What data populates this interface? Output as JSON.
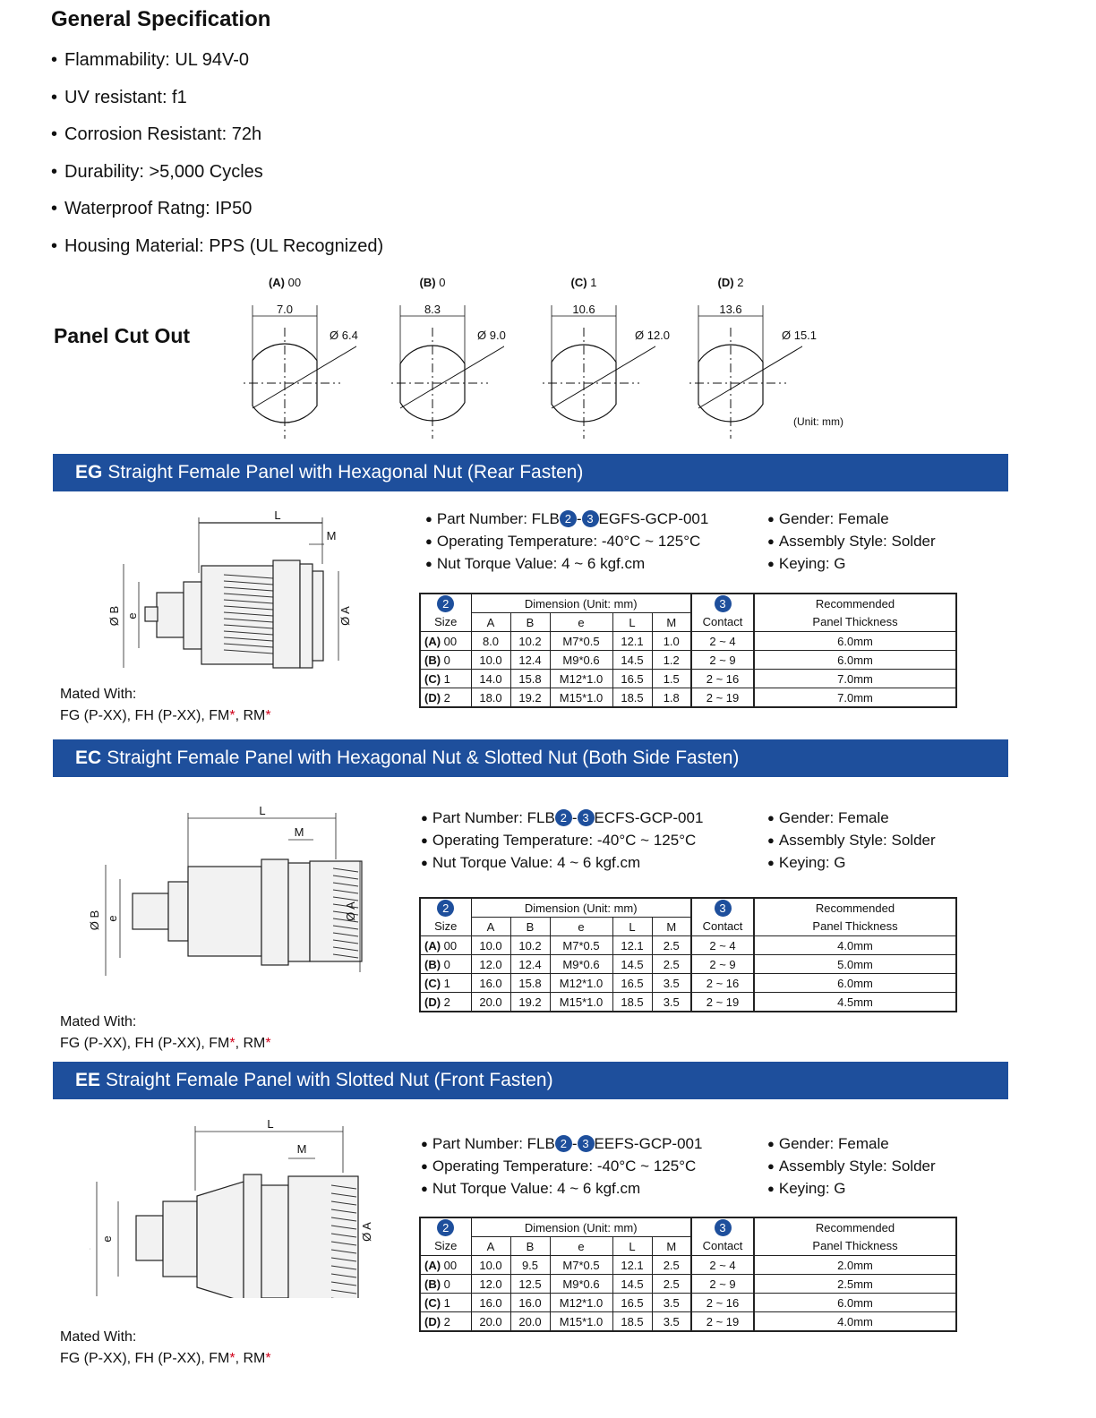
{
  "general": {
    "title": "General Specification",
    "items": [
      "Flammability: UL 94V-0",
      "UV resistant: f1",
      "Corrosion Resistant: 72h",
      "Durability: >5,000 Cycles",
      "Waterproof Ratng: IP50",
      "Housing Material: PPS (UL Recognized)"
    ]
  },
  "panel_cutout": {
    "title": "Panel Cut Out",
    "unit": "(Unit: mm)",
    "items": [
      {
        "code": "(A)",
        "size": "00",
        "width": "7.0",
        "dia": "Ø 6.4"
      },
      {
        "code": "(B)",
        "size": "0",
        "width": "8.3",
        "dia": "Ø 9.0"
      },
      {
        "code": "(C)",
        "size": "1",
        "width": "10.6",
        "dia": "Ø 12.0"
      },
      {
        "code": "(D)",
        "size": "2",
        "width": "13.6",
        "dia": "Ø 15.1"
      }
    ]
  },
  "table_headers": {
    "badge2": "2",
    "badge3": "3",
    "size": "Size",
    "dimension": "Dimension (Unit: mm)",
    "cols": [
      "A",
      "B",
      "e",
      "L",
      "M"
    ],
    "contact": "Contact",
    "recommended": "Recommended",
    "thickness": "Panel Thickness"
  },
  "drawing_labels": {
    "L": "L",
    "M": "M",
    "phiB": "Ø B",
    "e": "e",
    "phiA": "Ø A"
  },
  "sections": [
    {
      "code": "EG",
      "title": "Straight Female Panel with Hexagonal Nut (Rear Fasten)",
      "pn_prefix": "Part Number: FLB",
      "pn_suffix": "EGFS-GCP-001",
      "temp": "Operating Temperature: -40°C ~ 125°C",
      "torque": "Nut Torque Value: 4 ~ 6 kgf.cm",
      "gender": "Gender: Female",
      "assembly": "Assembly Style: Solder",
      "keying": "Keying: G",
      "mated_label": "Mated With:",
      "mated_a": "FG (P-XX), FH (P-XX), FM",
      "mated_b": ", RM",
      "star": "*",
      "rows": [
        {
          "code": "(A)",
          "size": "00",
          "A": "8.0",
          "B": "10.2",
          "e": "M7*0.5",
          "L": "12.1",
          "M": "1.0",
          "contact": "2 ~ 4",
          "thick": "6.0mm"
        },
        {
          "code": "(B)",
          "size": "0",
          "A": "10.0",
          "B": "12.4",
          "e": "M9*0.6",
          "L": "14.5",
          "M": "1.2",
          "contact": "2 ~ 9",
          "thick": "6.0mm"
        },
        {
          "code": "(C)",
          "size": "1",
          "A": "14.0",
          "B": "15.8",
          "e": "M12*1.0",
          "L": "16.5",
          "M": "1.5",
          "contact": "2 ~ 16",
          "thick": "7.0mm"
        },
        {
          "code": "(D)",
          "size": "2",
          "A": "18.0",
          "B": "19.2",
          "e": "M15*1.0",
          "L": "18.5",
          "M": "1.8",
          "contact": "2 ~ 19",
          "thick": "7.0mm"
        }
      ]
    },
    {
      "code": "EC",
      "title": "Straight Female Panel with Hexagonal Nut & Slotted Nut (Both Side Fasten)",
      "pn_prefix": "Part Number: FLB",
      "pn_suffix": "ECFS-GCP-001",
      "temp": "Operating Temperature: -40°C ~ 125°C",
      "torque": "Nut Torque Value: 4 ~ 6 kgf.cm",
      "gender": "Gender: Female",
      "assembly": "Assembly Style: Solder",
      "keying": "Keying: G",
      "mated_label": "Mated With:",
      "mated_a": "FG (P-XX), FH (P-XX), FM",
      "mated_b": ", RM",
      "star": "*",
      "rows": [
        {
          "code": "(A)",
          "size": "00",
          "A": "10.0",
          "B": "10.2",
          "e": "M7*0.5",
          "L": "12.1",
          "M": "2.5",
          "contact": "2 ~ 4",
          "thick": "4.0mm"
        },
        {
          "code": "(B)",
          "size": "0",
          "A": "12.0",
          "B": "12.4",
          "e": "M9*0.6",
          "L": "14.5",
          "M": "2.5",
          "contact": "2 ~ 9",
          "thick": "5.0mm"
        },
        {
          "code": "(C)",
          "size": "1",
          "A": "16.0",
          "B": "15.8",
          "e": "M12*1.0",
          "L": "16.5",
          "M": "3.5",
          "contact": "2 ~ 16",
          "thick": "6.0mm"
        },
        {
          "code": "(D)",
          "size": "2",
          "A": "20.0",
          "B": "19.2",
          "e": "M15*1.0",
          "L": "18.5",
          "M": "3.5",
          "contact": "2 ~ 19",
          "thick": "4.5mm"
        }
      ]
    },
    {
      "code": "EE",
      "title": "Straight Female Panel with Slotted Nut (Front Fasten)",
      "pn_prefix": "Part Number: FLB",
      "pn_suffix": "EEFS-GCP-001",
      "temp": "Operating Temperature: -40°C ~ 125°C",
      "torque": "Nut Torque Value: 4 ~ 6 kgf.cm",
      "gender": "Gender: Female",
      "assembly": "Assembly Style: Solder",
      "keying": "Keying: G",
      "mated_label": "Mated With:",
      "mated_a": "FG (P-XX), FH (P-XX), FM",
      "mated_b": ", RM",
      "star": "*",
      "rows": [
        {
          "code": "(A)",
          "size": "00",
          "A": "10.0",
          "B": "9.5",
          "e": "M7*0.5",
          "L": "12.1",
          "M": "2.5",
          "contact": "2 ~ 4",
          "thick": "2.0mm"
        },
        {
          "code": "(B)",
          "size": "0",
          "A": "12.0",
          "B": "12.5",
          "e": "M9*0.6",
          "L": "14.5",
          "M": "2.5",
          "contact": "2 ~ 9",
          "thick": "2.5mm"
        },
        {
          "code": "(C)",
          "size": "1",
          "A": "16.0",
          "B": "16.0",
          "e": "M12*1.0",
          "L": "16.5",
          "M": "3.5",
          "contact": "2 ~ 16",
          "thick": "6.0mm"
        },
        {
          "code": "(D)",
          "size": "2",
          "A": "20.0",
          "B": "20.0",
          "e": "M15*1.0",
          "L": "18.5",
          "M": "3.5",
          "contact": "2 ~ 19",
          "thick": "4.0mm"
        }
      ]
    }
  ],
  "colors": {
    "accent": "#1e4f9c",
    "star": "#d0021b"
  }
}
